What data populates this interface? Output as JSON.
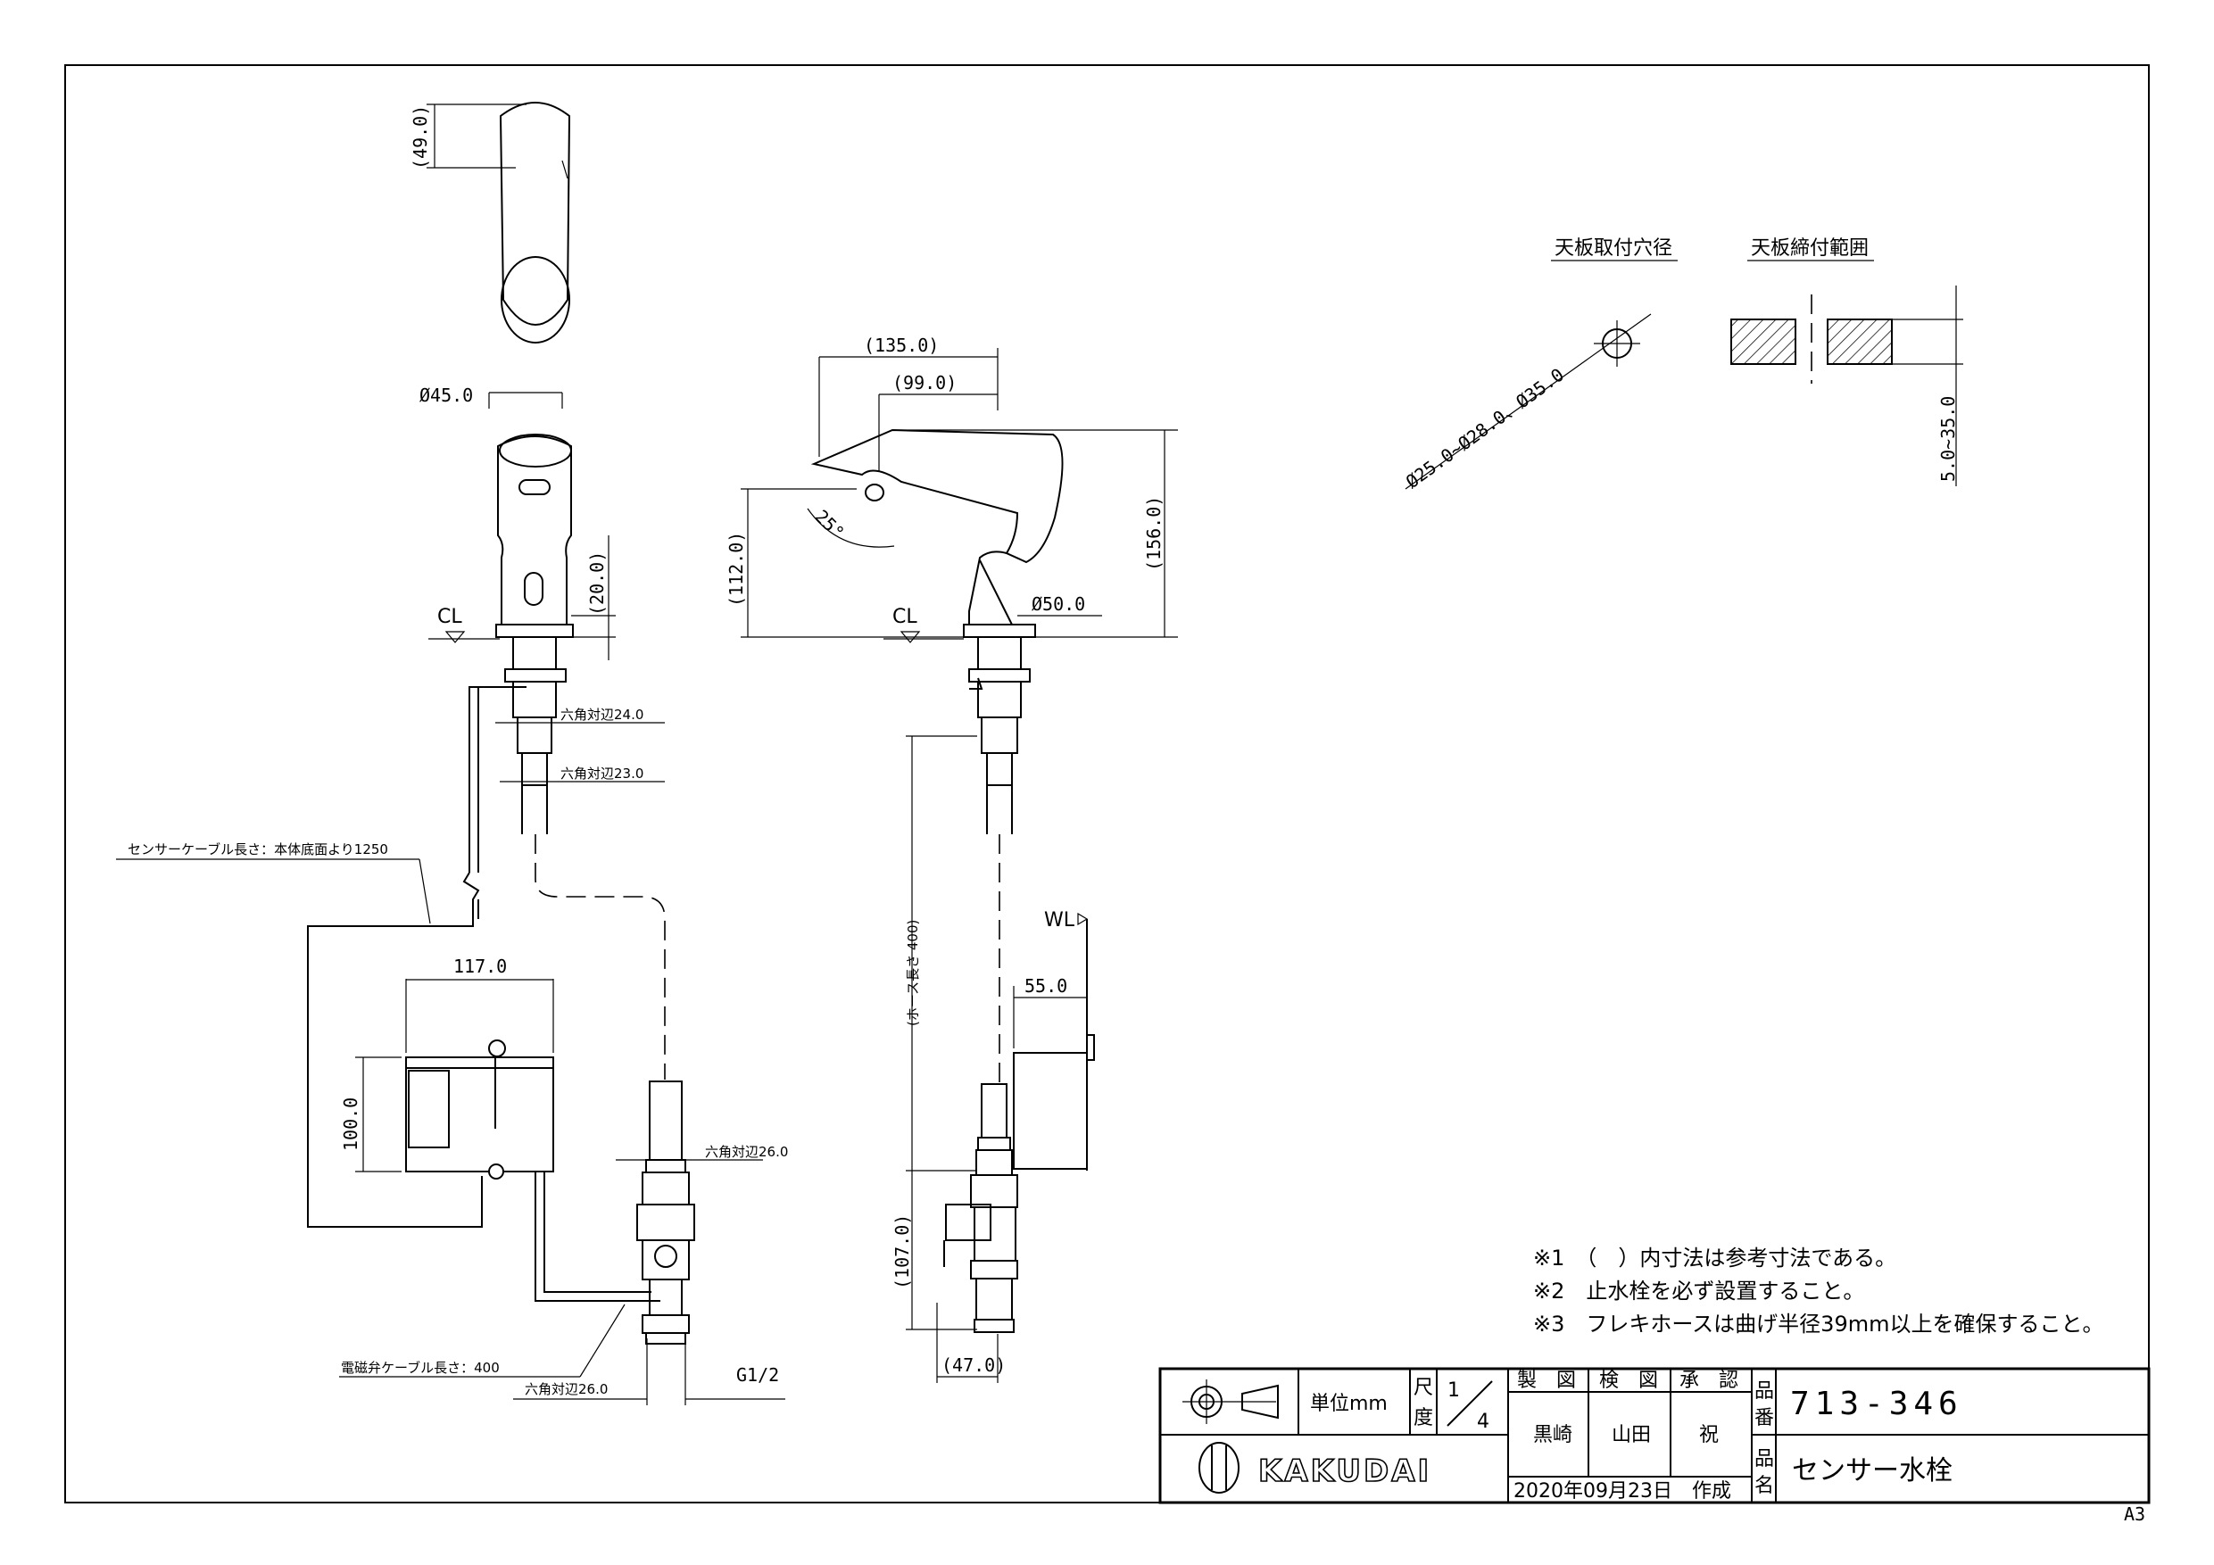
{
  "dimensions": {
    "d49": "(49.0)",
    "d45": "Ø45.0",
    "d20": "(20.0)",
    "d135": "(135.0)",
    "d99": "(99.0)",
    "d112": "(112.0)",
    "d156": "(156.0)",
    "d50": "Ø50.0",
    "angle": "25°",
    "hex24": "六角対辺24.0",
    "hex23": "六角対辺23.0",
    "hex26a": "六角対辺26.0",
    "hex26b": "六角対辺26.0",
    "d117": "117.0",
    "d100": "100.0",
    "hose": "(ホース長さ 400)",
    "d55": "55.0",
    "d107": "(107.0)",
    "d47": "(47.0)",
    "g12": "G1/2",
    "sensor_cable": "センサーケーブル長さ：本体底面より1250",
    "valve_cable": "電磁弁ケーブル長さ：400",
    "cl1": "CL",
    "cl2": "CL",
    "wl": "WL",
    "hole": "Ø25.0~Ø28.0、Ø35.0",
    "thick": "5.0~35.0"
  },
  "detail_titles": {
    "hole": "天板取付穴径",
    "range": "天板締付範囲"
  },
  "notes": [
    "※1　（　）内寸法は参考寸法である。",
    "※2　止水栓を必ず設置すること。",
    "※3　フレキホースは曲げ半径39mm以上を確保すること。"
  ],
  "title_block": {
    "unit_label": "単位mm",
    "scale_label_1": "尺",
    "scale_label_2": "度",
    "scale_num": "1",
    "scale_den": "4",
    "drawn_h": "製　図",
    "checked_h": "検　図",
    "approved_h": "承　認",
    "drawn": "黒崎",
    "checked": "山田",
    "approved": "祝",
    "date": "2020年09月23日　作成",
    "part_no_label_1": "品",
    "part_no_label_2": "番",
    "part_no": "713-346",
    "part_name_label_1": "品",
    "part_name_label_2": "名",
    "part_name": "センサー水栓",
    "logo_text": "KAKUDAI"
  },
  "sheet_size": "A3"
}
